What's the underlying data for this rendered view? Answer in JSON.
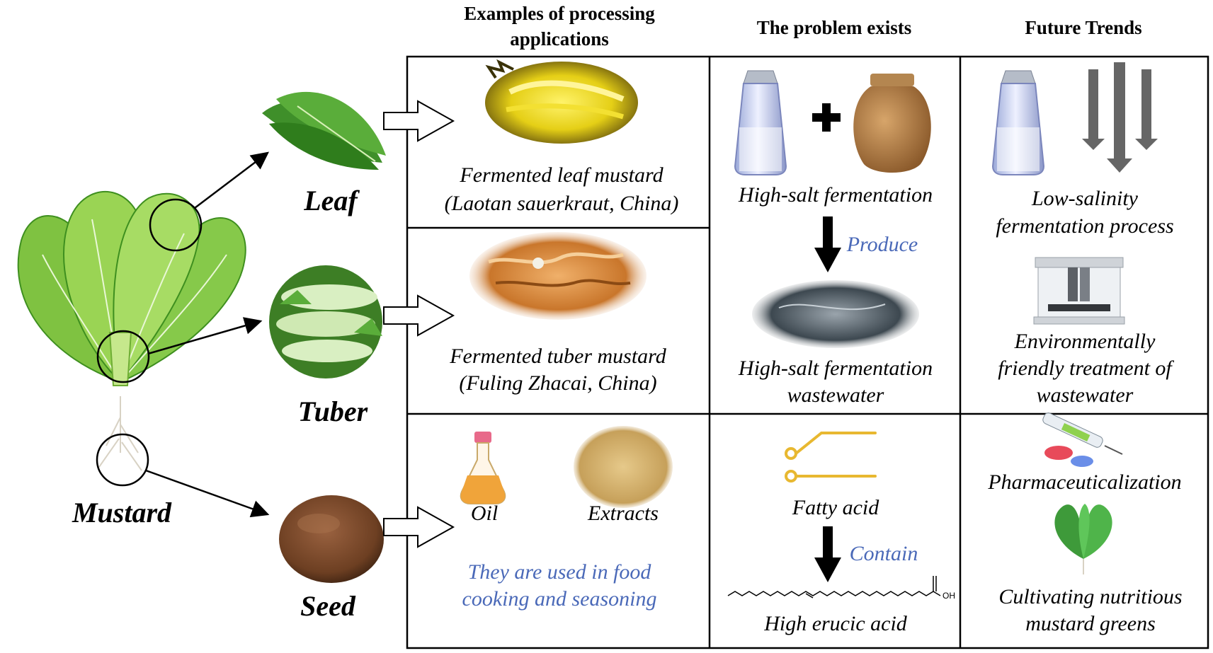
{
  "headers": {
    "applications_line1": "Examples of processing",
    "applications_line2": "applications",
    "problem": "The problem exists",
    "future": "Future Trends"
  },
  "plant": {
    "name": "Mustard",
    "leaf": "Leaf",
    "tuber": "Tuber",
    "seed": "Seed"
  },
  "applications": {
    "leaf_line1": "Fermented leaf mustard",
    "leaf_line2": "(Laotan sauerkraut, China)",
    "tuber_line1": "Fermented tuber mustard",
    "tuber_line2": "(Fuling Zhacai, China)",
    "oil": "Oil",
    "extracts": "Extracts",
    "usage_line1": "They are used in food",
    "usage_line2": "cooking and seasoning"
  },
  "problems": {
    "high_salt": "High-salt fermentation",
    "produce": "Produce",
    "wastewater_line1": "High-salt fermentation",
    "wastewater_line2": "wastewater",
    "fatty_acid": "Fatty acid",
    "contain": "Contain",
    "erucic": "High erucic acid",
    "acid_oh": "OH"
  },
  "trends": {
    "low_salinity_line1": "Low-salinity",
    "low_salinity_line2": "fermentation process",
    "env_line1": "Environmentally",
    "env_line2": "friendly treatment of",
    "env_line3": "wastewater",
    "pharma": "Pharmaceuticalization",
    "cultivate_line1": "Cultivating nutritious",
    "cultivate_line2": "mustard greens"
  },
  "colors": {
    "leaf_green": "#5fae2e",
    "dark_green": "#2f7d1c",
    "kraut_yellow": "#e8d21a",
    "zhacai_orange": "#c9762b",
    "seed_brown": "#7a4a2b",
    "jar_brown": "#a8743f",
    "blue_text": "#4a69b8",
    "fatty_acid_gold": "#e8b830",
    "arrow_gray": "#666666"
  }
}
